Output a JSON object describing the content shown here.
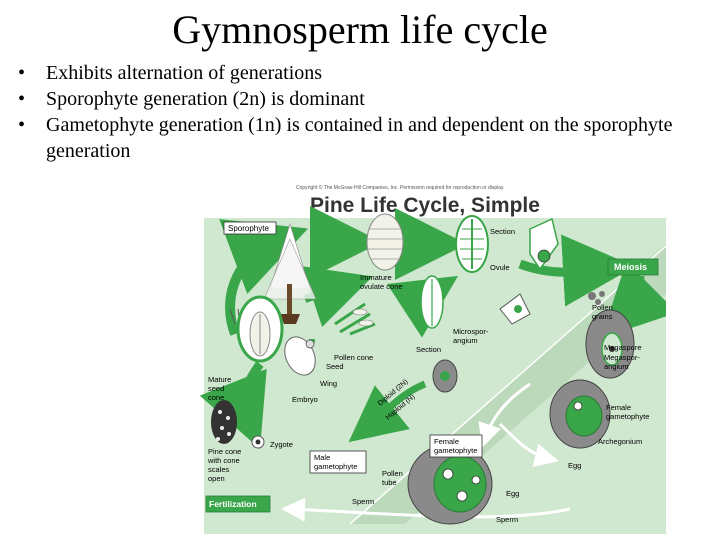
{
  "slide": {
    "title": "Gymnosperm life cycle",
    "bullets": [
      "Exhibits alternation of generations",
      "Sporophyte generation (2n) is dominant",
      "Gametophyte generation (1n) is contained in and dependent on the sporophyte generation"
    ],
    "bullet_glyph": "•"
  },
  "figure": {
    "copyright": "Copyright © The McGraw-Hill Companies, Inc. Permission required for reproduction or display.",
    "heading": "Pine Life Cycle, Simple",
    "background_color": "#cfe8cf",
    "arrow_color": "#3aa64a",
    "labels": {
      "sporophyte": "Sporophyte",
      "immature": "Immature",
      "ovulate_cone": "ovulate cone",
      "section_top": "Section",
      "ovule": "Ovule",
      "meiosis": "Meiosis",
      "pollen": "Pollen",
      "grains": "grains",
      "pollen_cone": "Pollen cone",
      "microspor": "Microspor-",
      "angium": "angium",
      "section_mid": "Section",
      "seed": "Seed",
      "wing": "Wing",
      "embryo": "Embryo",
      "mature": "Mature",
      "seed2": "seed",
      "cone": "cone",
      "diploid": "Diploid (2N)",
      "haploid": "Haploid (N)",
      "megaspore": "Megaspore",
      "megaspor": "Megaspor-",
      "megaspor_angium": "angium",
      "female_gam_right_1": "Female",
      "female_gam_right_2": "gametophyte",
      "archegonium": "Archegonium",
      "egg_right": "Egg",
      "pine_cone_1": "Pine cone",
      "pine_cone_2": "with cone",
      "pine_cone_3": "scales",
      "pine_cone_4": "open",
      "zygote": "Zygote",
      "female_gam_mid_1": "Female",
      "female_gam_mid_2": "gametophyte",
      "male_gam_1": "Male",
      "male_gam_2": "gametophyte",
      "pollen_tube_1": "Pollen",
      "pollen_tube_2": "tube",
      "sperm_mid": "Sperm",
      "egg_bottom": "Egg",
      "sperm_bottom": "Sperm",
      "fertilization": "Fertilization"
    }
  }
}
